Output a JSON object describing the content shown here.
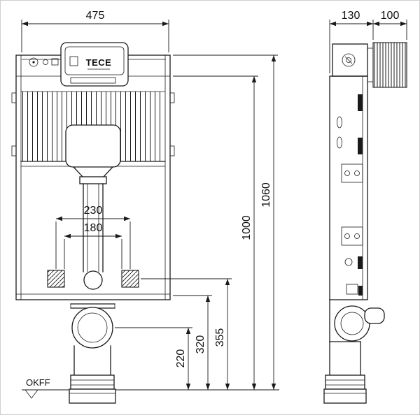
{
  "drawing": {
    "type": "technical-dimension-drawing",
    "subject": "concealed WC cistern - front and side installation views",
    "brand": "TECE",
    "floor_label": "OKFF",
    "colors": {
      "line": "#1a1a1a",
      "background": "#ffffff"
    },
    "front": {
      "width": "475",
      "fixing_outer": "230",
      "fixing_inner": "180",
      "outlet_height": "220",
      "height_320": "320",
      "height_355": "355",
      "frame_height": "1000",
      "total_height": "1060"
    },
    "side": {
      "depth": "130",
      "wall_offset": "100"
    }
  }
}
